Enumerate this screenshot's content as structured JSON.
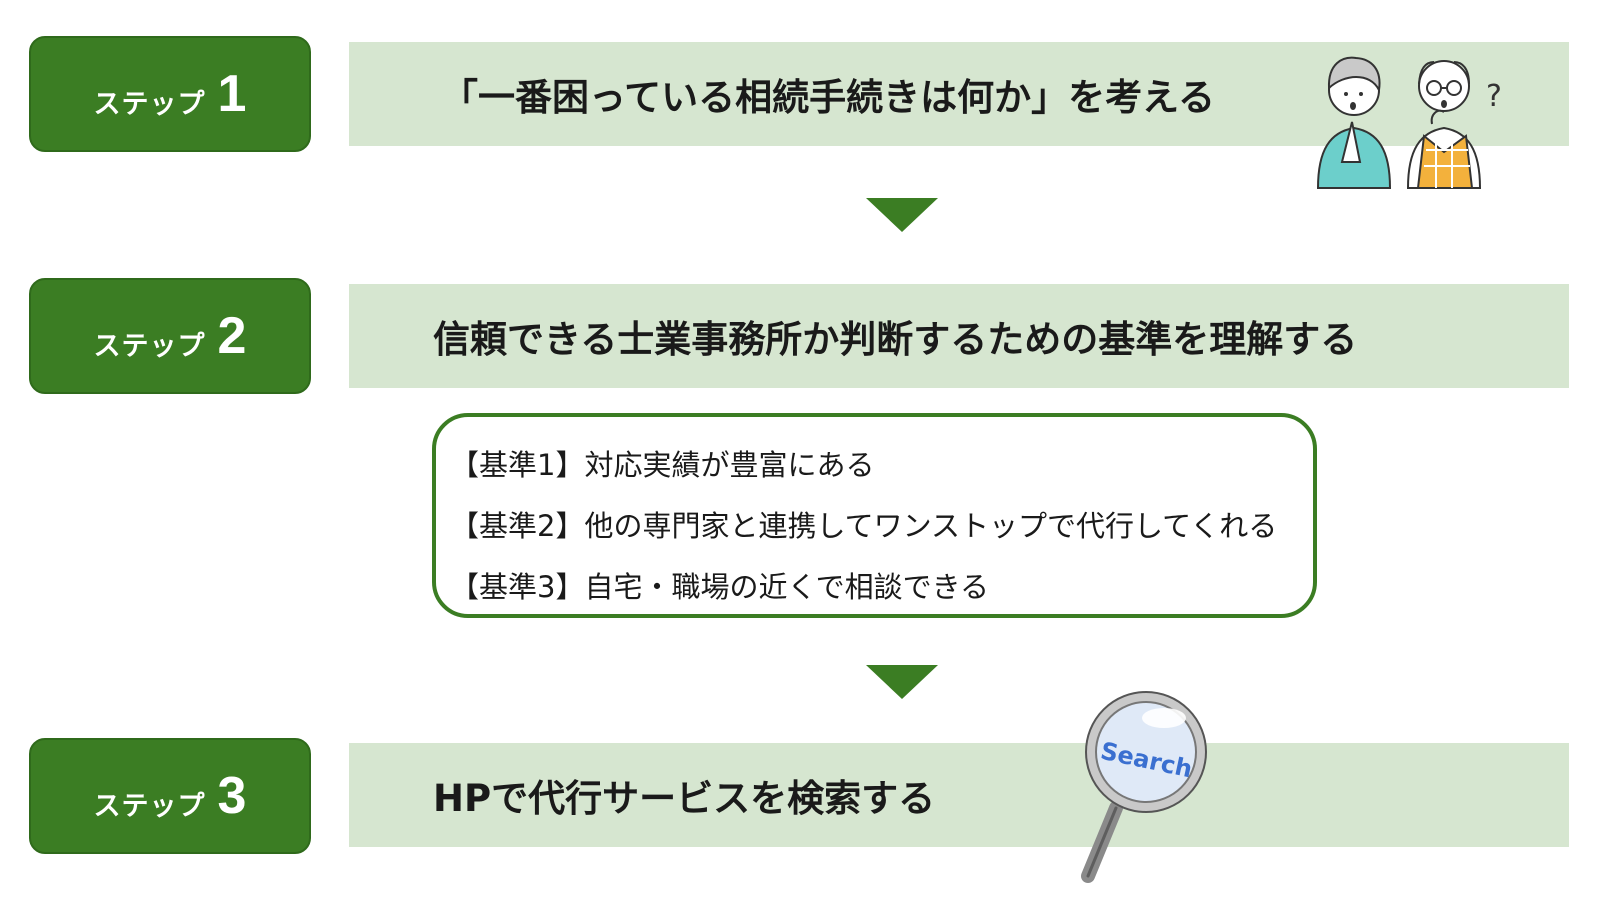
{
  "steps": [
    {
      "word": "ステップ",
      "number": "1",
      "text": "「一番困っている相続手続きは何か」を考える"
    },
    {
      "word": "ステップ",
      "number": "2",
      "text": "信頼できる士業事務所か判断するための基準を理解する"
    },
    {
      "word": "ステップ",
      "number": "3",
      "text": "HPで代行サービスを検索する"
    }
  ],
  "criteria": [
    "【基準1】対応実績が豊富にある",
    "【基準2】他の専門家と連携してワンストップで代行してくれる",
    "【基準3】自宅・職場の近くで相談できる"
  ],
  "illustrations": {
    "thinking_couple": {
      "icon": "thinking-elderly-couple-icon",
      "question_mark": "?"
    },
    "magnifier": {
      "icon": "search-magnifier-icon",
      "label": "Search"
    }
  },
  "colors": {
    "accent": "#3b7d23",
    "bar": "#d6e6d0"
  }
}
